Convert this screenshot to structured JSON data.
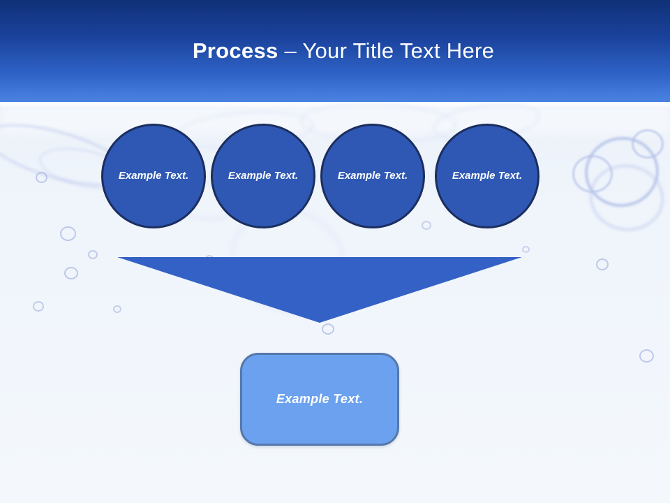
{
  "slide": {
    "title": {
      "emphasis": "Process",
      "rest": " – Your Title Text Here"
    },
    "steps": [
      {
        "label": "Example Text."
      },
      {
        "label": "Example Text."
      },
      {
        "label": "Example Text."
      },
      {
        "label": "Example Text."
      }
    ],
    "arrow": {
      "shape": "down-triangle-funnel"
    },
    "result": {
      "label": "Example Text."
    },
    "colors": {
      "header_top": "#103078",
      "header_bottom": "#4b83e2",
      "circle_fill": "#2e58b4",
      "circle_border": "#1b2e5f",
      "arrow_fill": "#3461c5",
      "box_fill": "#6ba1ee",
      "box_border": "#5578ab",
      "text_on_shapes": "#ffffff",
      "background": "#eff4fb"
    }
  }
}
